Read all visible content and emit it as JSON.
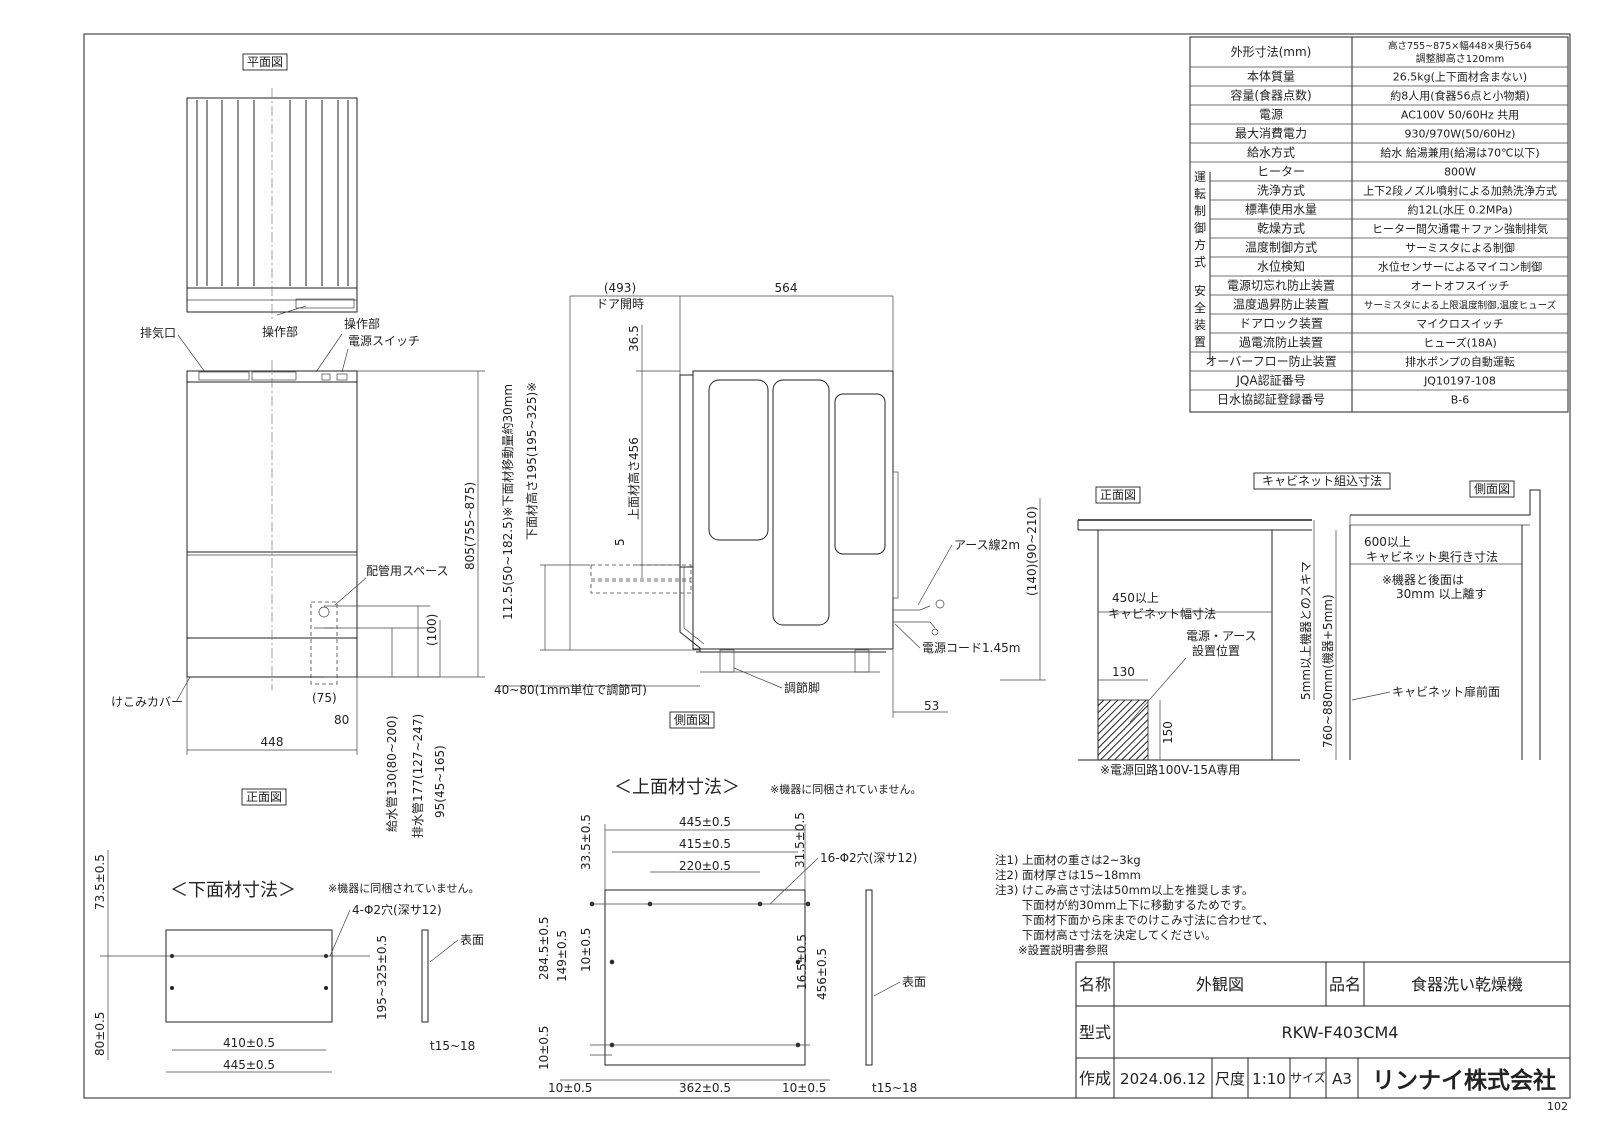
{
  "views": {
    "plan": "平面図",
    "front": "正面図",
    "side": "側面図",
    "cabinet_title": "キャビネット組込寸法",
    "cabinet_front": "正面図",
    "cabinet_side": "側面図"
  },
  "front_view": {
    "exhaust": "排気口",
    "panel_top": "操作部",
    "panel": "操作部",
    "power_switch": "電源スイッチ",
    "pipe_space": "配管用スペース",
    "kick_cover": "けこみカバー",
    "dim_height": "805(755~875)",
    "dim_lower": "112.5(50~182.5)※下面材移動量約30mm",
    "dim_width": "448",
    "dim_75": "(75)",
    "dim_80": "80",
    "dim_100": "(100)",
    "pipe_supply": "給水管130(80~200)",
    "pipe_drain": "排水管177(127~247)",
    "pipe_95": "95(45~165)"
  },
  "side_view": {
    "dim_493": "(493)",
    "door_open": "ドア開時",
    "dim_564": "564",
    "dim_365": "36.5",
    "top_height": "上面材高さ456",
    "dim_5": "5",
    "lower_height": "下面材高さ195(195~325)※",
    "adjust": "40~80(1mm単位で調節可)",
    "foot": "調節脚",
    "ground": "アース線2m",
    "cord": "電源コード1.45m",
    "dim_53": "53",
    "dim_140": "(140)(90~210)"
  },
  "cabinet": {
    "w450": "450以上",
    "w_label": "キャビネット幅寸法",
    "power_pos1": "電源・アース",
    "power_pos2": "設置位置",
    "d130": "130",
    "d150": "150",
    "gap": "5mm以上機器とのスキマ",
    "height": "760~880mm(機器+5mm)",
    "note": "※電源回路100V-15A専用",
    "depth1": "600以上",
    "depth2": "キャビネット奥行き寸法",
    "sep1": "※機器と後面は",
    "sep2": "30mm 以上離す",
    "door_front": "キャビネット扉前面"
  },
  "top_panel": {
    "title": "＜上面材寸法＞",
    "note": "※機器に同梱されていません。",
    "d445": "445±0.5",
    "d415": "415±0.5",
    "d220": "220±0.5",
    "d335": "33.5±0.5",
    "d315": "31.5±0.5",
    "holes": "16-Φ2穴(深サ12)",
    "d2845": "284.5±0.5",
    "d149": "149±0.5",
    "d10a": "10±0.5",
    "d165": "16.5±0.5",
    "d456": "456±0.5",
    "d10b": "10±0.5",
    "b10a": "10±0.5",
    "b362": "362±0.5",
    "b10b": "10±0.5",
    "surface": "表面",
    "thick": "t15~18"
  },
  "bottom_panel": {
    "title": "＜下面材寸法＞",
    "note": "※機器に同梱されていません。",
    "holes": "4-Φ2穴(深サ12)",
    "d735": "73.5±0.5",
    "d80": "80±0.5",
    "d195": "195~325±0.5",
    "d410": "410±0.5",
    "d445": "445±0.5",
    "surface": "表面",
    "thick": "t15~18"
  },
  "notes": [
    "注1) 上面材の重さは2~3kg",
    "注2) 面材厚さは15~18mm",
    "注3) けこみ高さ寸法は50mm以上を推奨します。",
    "　　 下面材が約30mm上下に移動するためです。",
    "　　 下面材下面から床までのけこみ寸法に合わせて、",
    "　　 下面材高さ寸法を決定してください。",
    "　　※設置説明書参照"
  ],
  "specs": {
    "rows": [
      {
        "label": "外形寸法(mm)",
        "value": "高さ755~875×幅448×奥行564",
        "value2": "調整脚高さ120mm"
      },
      {
        "label": "本体質量",
        "value": "26.5kg(上下面材含まない)"
      },
      {
        "label": "容量(食器点数)",
        "value": "約8人用(食器56点と小物類)"
      },
      {
        "label": "電源",
        "value": "AC100V 50/60Hz 共用"
      },
      {
        "label": "最大消費電力",
        "value": "930/970W(50/60Hz)"
      },
      {
        "label": "給水方式",
        "value": "給水 給湯兼用(給湯は70℃以下)"
      },
      {
        "label": "ヒーター",
        "value": "800W"
      },
      {
        "label": "洗浄方式",
        "value": "上下2段ノズル噴射による加熱洗浄方式"
      },
      {
        "label": "標準使用水量",
        "value": "約12L(水圧 0.2MPa)"
      },
      {
        "label": "乾燥方式",
        "value": "ヒーター間欠通電＋ファン強制排気"
      },
      {
        "label": "温度制御方式",
        "value": "サーミスタによる制御"
      },
      {
        "label": "水位検知",
        "value": "水位センサーによるマイコン制御"
      },
      {
        "label": "電源切忘れ防止装置",
        "value": "オートオフスイッチ"
      },
      {
        "label": "温度過昇防止装置",
        "value": "サーミスタによる上限温度制御,温度ヒューズ"
      },
      {
        "label": "ドアロック装置",
        "value": "マイクロスイッチ"
      },
      {
        "label": "過電流防止装置",
        "value": "ヒューズ(18A)"
      },
      {
        "label": "オーバーフロー防止装置",
        "value": "排水ポンプの自動運転"
      },
      {
        "label": "JQA認証番号",
        "value": "JQ10197-108"
      },
      {
        "label": "日水協認証登録番号",
        "value": "B-6"
      }
    ],
    "group1": "運転制御方式",
    "group2": "安全装置"
  },
  "title_block": {
    "name_label": "名称",
    "name_value": "外観図",
    "product_label": "品名",
    "product_value": "食器洗い乾燥機",
    "model_label": "型式",
    "model_value": "RKW-F403CM4",
    "made_label": "作成",
    "date": "2024.06.12",
    "scale_label": "尺度",
    "scale": "1:10",
    "size_label": "サイズ",
    "size": "A3",
    "company": "リンナイ株式会社"
  },
  "sheet_no": "102"
}
